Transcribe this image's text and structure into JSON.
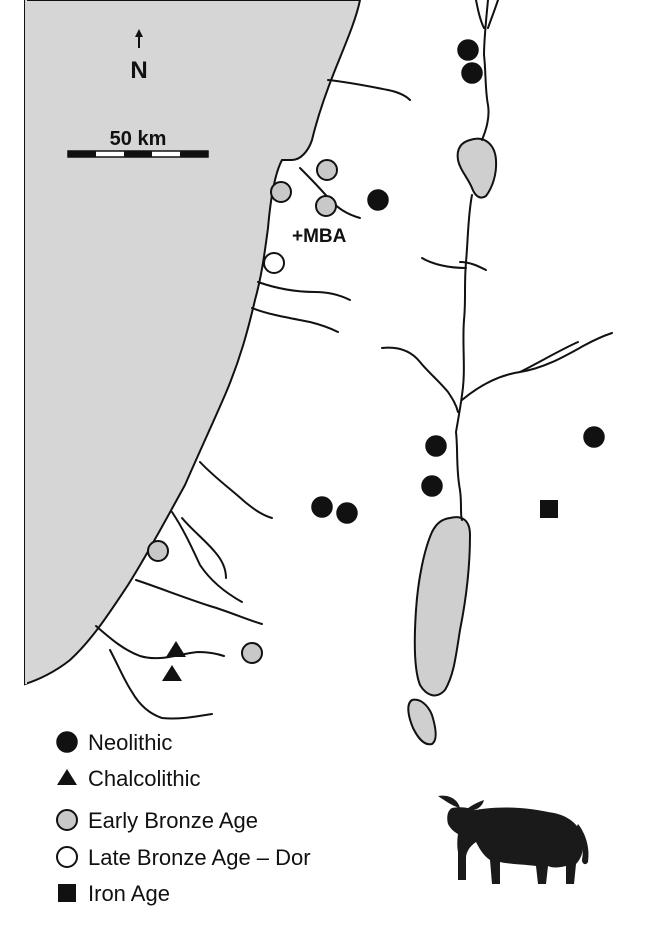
{
  "map": {
    "north_label": "N",
    "scale_label": "50 km",
    "annotation_mba": "+MBA",
    "colors": {
      "sea": "#d6d6d6",
      "land": "#ffffff",
      "outline": "#111111",
      "early_bronze_fill": "#c8c8c8"
    }
  },
  "legend": {
    "items": [
      {
        "label": "Neolithic",
        "symbol": "filled-circle"
      },
      {
        "label": "Chalcolithic",
        "symbol": "filled-triangle"
      },
      {
        "label": "Early Bronze Age",
        "symbol": "gray-circle"
      },
      {
        "label": "Late Bronze Age – Dor",
        "symbol": "open-circle"
      },
      {
        "label": "Iron Age",
        "symbol": "filled-square"
      }
    ]
  },
  "icons": {
    "bull": "aurochs-silhouette-icon"
  }
}
